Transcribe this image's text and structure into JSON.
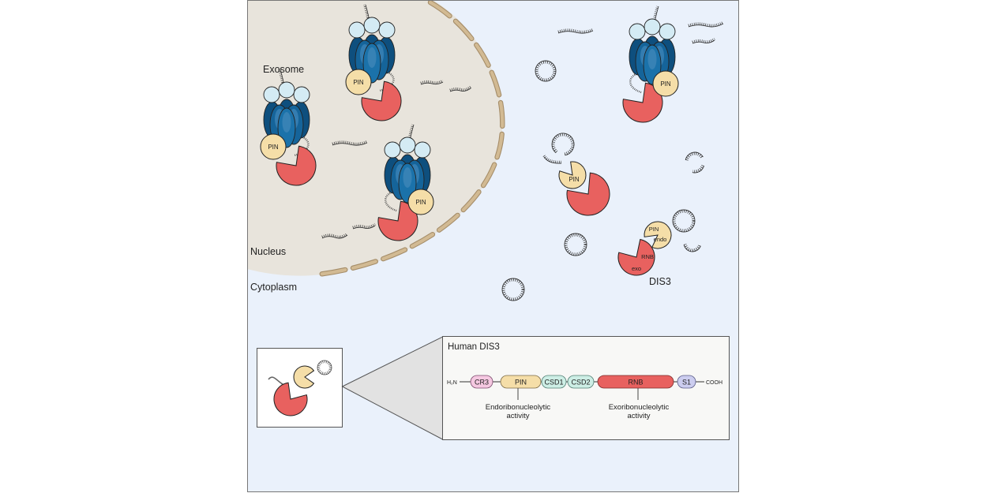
{
  "labels": {
    "exosome": "Exosome",
    "nucleus": "Nucleus",
    "cytoplasm": "Cytoplasm",
    "dis3": "DIS3"
  },
  "pin_label": "PIN",
  "free_dis3": {
    "pin": "PIN",
    "endo": "endo",
    "rnb": "RNB",
    "exo": "exo"
  },
  "inset": {
    "title": "Human DIS3",
    "n_terminus": "H₂N",
    "c_terminus": "COOH",
    "domains": [
      {
        "name": "CR3",
        "color": "#f5c8e1"
      },
      {
        "name": "PIN",
        "color": "#f5dea8"
      },
      {
        "name": "CSD1",
        "color": "#cdeee5"
      },
      {
        "name": "CSD2",
        "color": "#cdeee5"
      },
      {
        "name": "RNB",
        "color": "#e8615f"
      },
      {
        "name": "S1",
        "color": "#cccdef"
      }
    ],
    "pin_activity": {
      "line1": "Endoribonucleolytic",
      "line2": "activity"
    },
    "rnb_activity": {
      "line1": "Exoribonucleolytic",
      "line2": "activity"
    }
  },
  "colors": {
    "cytoplasm": "#eaf1fb",
    "nucleus": "#e8e4dc",
    "membrane": "#d2ba93",
    "membrane_edge": "#a58d69",
    "exosome_back": "#0e4f7e",
    "exosome_mid": "#15649a",
    "exosome_front": "#1b72aa",
    "exosome_highlight": "#3f86b8",
    "exosome_cap": "#d4ebf4",
    "pin": "#f5dea8",
    "rnb": "#e8615f",
    "outline": "#222222"
  }
}
